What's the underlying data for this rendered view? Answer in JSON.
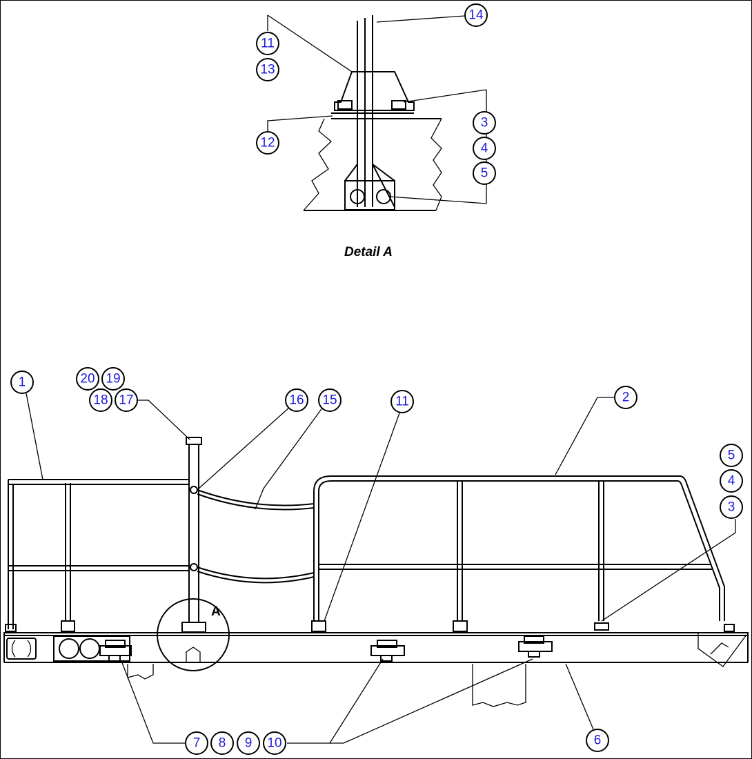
{
  "detail_caption": "Detail A",
  "detail_marker": "A",
  "callouts": [
    "1",
    "2",
    "3",
    "4",
    "5",
    "6",
    "7",
    "8",
    "9",
    "10",
    "11",
    "12",
    "13",
    "14",
    "15",
    "16",
    "17",
    "18",
    "19",
    "20"
  ]
}
